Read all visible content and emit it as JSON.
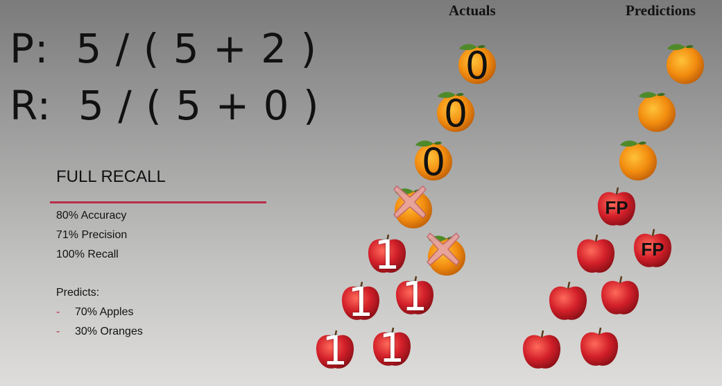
{
  "formulas": {
    "precision": "P:  5 / ( 5 + 2 )",
    "recall": "R:  5 / ( 5 + 0 )"
  },
  "columns": {
    "actuals": "Actuals",
    "predictions": "Predictions"
  },
  "panel": {
    "title": "FULL RECALL",
    "metrics": [
      "80% Accuracy",
      "71% Precision",
      "100% Recall"
    ],
    "predicts_label": "Predicts:",
    "predicts_items": [
      "70% Apples",
      "30% Oranges"
    ],
    "bullet_dash": "-"
  },
  "actual_fruits": [
    {
      "kind": "orange",
      "label": "0"
    },
    {
      "kind": "orange",
      "label": "0"
    },
    {
      "kind": "orange",
      "label": "0"
    },
    {
      "kind": "orange",
      "label": "X"
    },
    {
      "kind": "apple",
      "label": "1"
    },
    {
      "kind": "orange",
      "label": "X"
    },
    {
      "kind": "apple",
      "label": "1"
    },
    {
      "kind": "apple",
      "label": "1"
    },
    {
      "kind": "apple",
      "label": "1"
    },
    {
      "kind": "apple",
      "label": "1"
    }
  ],
  "predicted_fruits": [
    {
      "kind": "orange",
      "label": ""
    },
    {
      "kind": "orange",
      "label": ""
    },
    {
      "kind": "orange",
      "label": ""
    },
    {
      "kind": "apple",
      "label": "FP"
    },
    {
      "kind": "apple",
      "label": ""
    },
    {
      "kind": "apple",
      "label": "FP"
    },
    {
      "kind": "apple",
      "label": ""
    },
    {
      "kind": "apple",
      "label": ""
    },
    {
      "kind": "apple",
      "label": ""
    },
    {
      "kind": "apple",
      "label": ""
    }
  ],
  "colors": {
    "accent": "#b82d4a",
    "orange": "#f28c0f",
    "apple": "#d3202a",
    "leaf": "#4f8a2a"
  }
}
